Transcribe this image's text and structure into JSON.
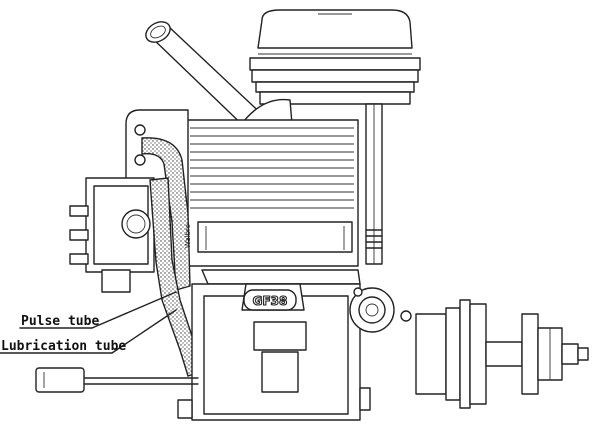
{
  "labels": {
    "pulse_tube": "Pulse tube",
    "lubrication_tube": "Lubrication tube",
    "crankcase_marking": "GF38",
    "carburetor_marking": "Walbro"
  },
  "colors": {
    "line": "#222222",
    "background": "#ffffff"
  }
}
